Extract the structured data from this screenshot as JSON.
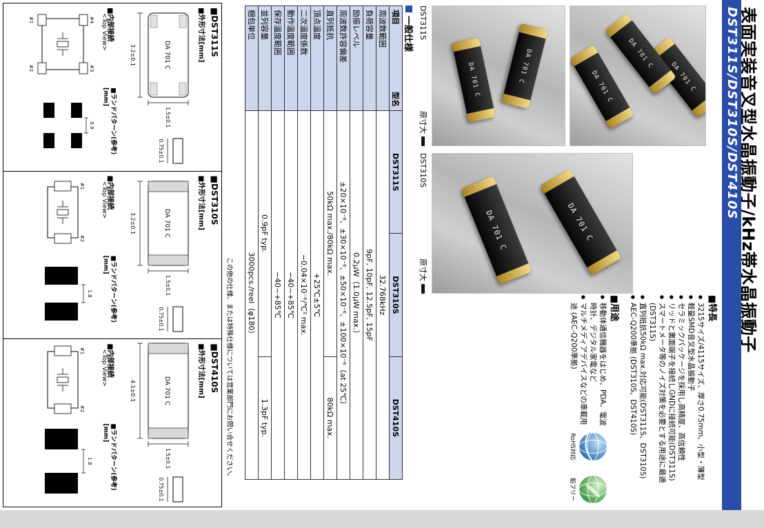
{
  "page": {
    "title": "表面実装音叉型水晶振動子/kHz帯水晶振動子",
    "models_bar": "DST311S/DST310S/DST410S"
  },
  "photos": {
    "chip_marking": "DA 701 C",
    "groups": [
      {
        "label": "DST311S",
        "actual_size_label": "原寸大"
      },
      {
        "label": "DST310S",
        "actual_size_label": "原寸大"
      }
    ]
  },
  "features": {
    "heading": "■特長",
    "items": [
      "3215サイズ/4115サイズ、厚さ0.75mm、小型・薄型",
      "軽量SMD音叉型水晶振動子",
      "セラミックパッケージを採用し高精度、高信頼性",
      "リッドと裏面端子を接続しGNDに接続可能(DST311S)",
      "スマートメータ等のノイズ対策を必要とする用途に最適(DST311S)",
      "直列抵抗50kΩ max.対応可能(DST311S、DST310S)",
      "AEC-Q200準拠 (DST310S、DST410S)"
    ]
  },
  "uses": {
    "heading": "■用途",
    "items": [
      "移動体通信機器をはじめ、PDA、電波時計、デジタル家電など",
      "マルチメディアデバイスなどの車載用途 (AEC-Q200準拠)"
    ]
  },
  "badges": [
    {
      "label": "RoHS対応",
      "color": "#2b6cb5"
    },
    {
      "label": "鉛フリー",
      "color": "#3c9a3f"
    }
  ],
  "spec": {
    "section_title": "一般仕様",
    "header": {
      "item": "項目",
      "model_axis": "型名",
      "models": [
        "DST311S",
        "DST310S",
        "DST410S"
      ]
    },
    "rows": [
      {
        "label": "周波数範囲",
        "cells": [
          {
            "text": "32.768kHz"
          }
        ]
      },
      {
        "label": "負荷容量",
        "cells": [
          {
            "text": "9pF, 10pF, 12.5pF, 15pF"
          }
        ]
      },
      {
        "label": "励振レベル",
        "cells": [
          {
            "text": "0.2μW（1.0μW max.）"
          }
        ]
      },
      {
        "label": "周波数許容偏差",
        "cells": [
          {
            "text": "±20×10⁻⁶、±30×10⁻⁶、±50×10⁻⁶、±100×10⁻⁶（at 25℃）"
          }
        ]
      },
      {
        "label": "直列抵抗",
        "cells": [
          {
            "text": "50kΩ max./80kΩ max."
          },
          {
            "text": "80kΩ max."
          }
        ]
      },
      {
        "label": "頂点温度",
        "cells": [
          {
            "text": "+25℃±5℃"
          }
        ]
      },
      {
        "label": "二次温度係数",
        "cells": [
          {
            "text": "−0.04×10⁻⁶/℃² max."
          }
        ]
      },
      {
        "label": "動作温度範囲",
        "cells": [
          {
            "text": "−40~+85℃"
          }
        ]
      },
      {
        "label": "保存温度範囲",
        "cells": [
          {
            "text": "−40~+85℃"
          }
        ]
      },
      {
        "label": "並列容量",
        "cells": [
          {
            "text": "0.9pF typ."
          },
          {
            "text": "1.3pF typ."
          }
        ]
      },
      {
        "label": "梱包単位",
        "cells": [
          {
            "text": "3000pcs./reel（φ180）"
          }
        ]
      }
    ],
    "note": "この他の仕様、または特殊仕様については営業部門にお問い合せください。"
  },
  "drawings": {
    "panels": [
      {
        "heading": "■DST311S",
        "outline_label": "■外形寸法[mm]",
        "marking": "DA 701 C",
        "dim_length": "3.2±0.1",
        "dim_width": "1.5±0.1",
        "dim_height": "0.75±0.1",
        "internal_label": "■内部接続",
        "top_view_label": "<Top View>",
        "land_label": "■ランドパターン(参考) [mm]",
        "pad_labels": [
          "#1",
          "#2",
          "#3",
          "#4"
        ],
        "land_dim": "0.9"
      },
      {
        "heading": "■DST310S",
        "outline_label": "■外形寸法[mm]",
        "marking": "DA 701 C",
        "dim_length": "3.2±0.1",
        "dim_width": "1.5±0.1",
        "dim_height": "0.75±0.1",
        "internal_label": "■内部接続",
        "top_view_label": "<Top View>",
        "land_label": "■ランドパターン(参考) [mm]",
        "pad_labels": [
          "#1",
          "#2"
        ],
        "land_dim": "1.8"
      },
      {
        "heading": "■DST410S",
        "outline_label": "■外形寸法[mm]",
        "marking": "DA 701 C",
        "dim_length": "4.1±0.1",
        "dim_width": "1.5±0.1",
        "dim_height": "0.75±0.1",
        "internal_label": "■内部接続",
        "top_view_label": "<Top View>",
        "land_label": "■ランドパターン(参考) [mm]",
        "pad_labels": [
          "#1",
          "#2"
        ],
        "land_dim": "1.8"
      }
    ]
  }
}
